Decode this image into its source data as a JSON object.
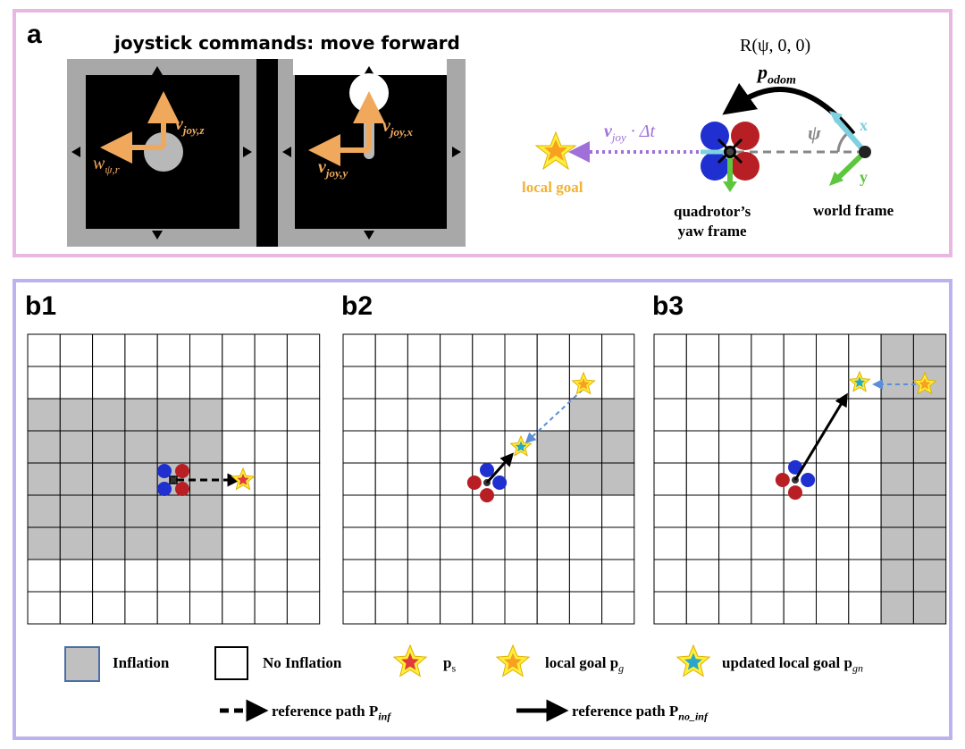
{
  "panel_a": {
    "label": "a",
    "title": "joystick commands: move forward",
    "left_stick": {
      "z_label": "v",
      "z_sub": "joy,z",
      "r_label": "w",
      "r_sub": "ψ,r"
    },
    "right_stick": {
      "x_label": "v",
      "x_sub": "joy,x",
      "y_label": "v",
      "y_sub": "joy,y"
    },
    "rotation_label": "R(ψ, 0, 0)",
    "odom_label": "p",
    "odom_sub": "odom",
    "velocity_label": "v",
    "velocity_sub": "joy",
    "velocity_suffix": " · Δt",
    "psi_label": "ψ",
    "x_axis": "x",
    "y_axis": "y",
    "local_goal": "local goal",
    "yaw_frame_line1": "quadrotor’s",
    "yaw_frame_line2": "yaw frame",
    "world_frame": "world frame",
    "colors": {
      "orange": "#f0a95c",
      "purple": "#a070d8",
      "cyan": "#7fd0e0",
      "green": "#5cc63c",
      "gold": "#f2b233"
    }
  },
  "panel_b": {
    "b1": "b1",
    "b2": "b2",
    "b3": "b3"
  },
  "legend": {
    "inflation": "Inflation",
    "no_inflation": "No Inflation",
    "ps": "p",
    "ps_sub": "s",
    "local_goal": "local goal p",
    "local_goal_sub": "g",
    "updated_goal": "updated local goal p",
    "updated_goal_sub": "gn",
    "ref_inf": "reference path P",
    "ref_inf_sub": "inf",
    "ref_noinf": "reference path P",
    "ref_noinf_sub": "no_inf"
  }
}
